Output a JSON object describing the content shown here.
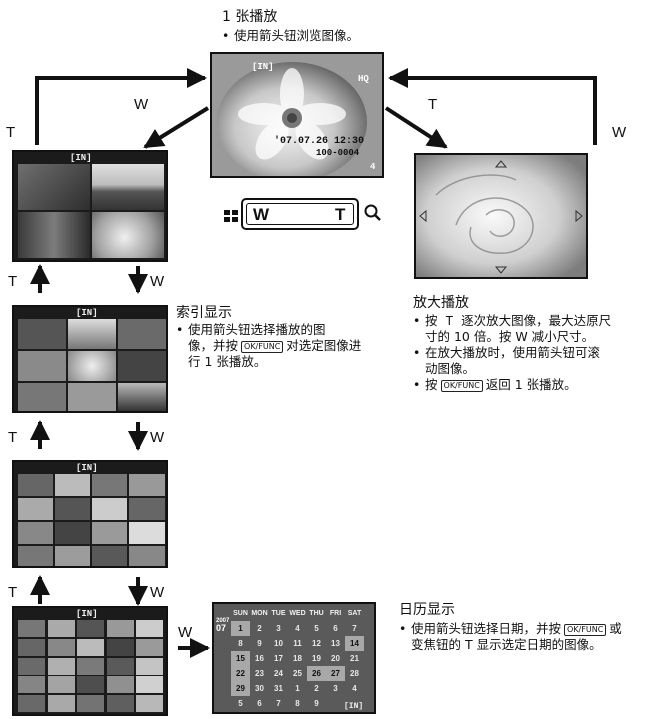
{
  "single_playback": {
    "title": "1 张播放",
    "bullet": "使用箭头钮浏览图像。",
    "osd_memory": "[IN]",
    "osd_quality": "HQ",
    "osd_datetime": "'07.07.26 12:30",
    "osd_fileno": "100-0004",
    "osd_frame": "4"
  },
  "zoom_lever": {
    "wide": "W",
    "tele": "T",
    "wide_icon": "index-grid-icon",
    "tele_icon": "magnifier-icon"
  },
  "arrows": {
    "left_w": "W",
    "left_t": "T",
    "right_t": "T",
    "right_w": "W",
    "col_t1": "T",
    "col_w1": "W",
    "col_t2": "T",
    "col_w2": "W",
    "col_t3": "T",
    "col_w3": "W",
    "cal_w": "W"
  },
  "thumb_badges": {
    "grid4_mem": "[IN]",
    "grid9_mem": "[IN]",
    "grid16_mem": "[IN]",
    "grid25_mem": "[IN]"
  },
  "index_display": {
    "title": "索引显示",
    "line1": "使用箭头钮选择播放的图",
    "line2_pre": "像，并按",
    "ok": "OK/FUNC",
    "line2_post": "对选定图像进",
    "line3": "行 1 张播放。"
  },
  "close_up": {
    "title": "放大播放",
    "b1_l1_pre": "按",
    "b1_l1_t": "T",
    "b1_l1_post": "逐次放大图像，最大达原尺",
    "b1_l2": "寸的 10 倍。按 W 减小尺寸。",
    "b2_l1": "在放大播放时，使用箭头钮可滚",
    "b2_l2": "动图像。",
    "b3_pre": "按",
    "ok": "OK/FUNC",
    "b3_post": "返回 1 张播放。"
  },
  "calendar_display": {
    "title": "日历显示",
    "l1_pre": "使用箭头钮选择日期，并按",
    "ok": "OK/FUNC",
    "l1_post": "或",
    "l2": "变焦钮的 T 显示选定日期的图像。",
    "year": "2007",
    "month": "07",
    "memory": "[IN]",
    "weekdays": [
      "SUN",
      "MON",
      "TUE",
      "WED",
      "THU",
      "FRI",
      "SAT"
    ],
    "weeks": [
      [
        "1",
        "2",
        "3",
        "4",
        "5",
        "6",
        "7"
      ],
      [
        "8",
        "9",
        "10",
        "11",
        "12",
        "13",
        "14"
      ],
      [
        "15",
        "16",
        "17",
        "18",
        "19",
        "20",
        "21"
      ],
      [
        "22",
        "23",
        "24",
        "25",
        "26",
        "27",
        "28"
      ],
      [
        "29",
        "30",
        "31",
        "1",
        "2",
        "3",
        "4"
      ],
      [
        "5",
        "6",
        "7",
        "8",
        "9",
        "",
        ""
      ]
    ]
  },
  "colors": {
    "ink": "#111111",
    "screen_bg": "#1b1b1b",
    "photo_light": "#d8d8d8",
    "photo_mid": "#8a8a8a"
  }
}
